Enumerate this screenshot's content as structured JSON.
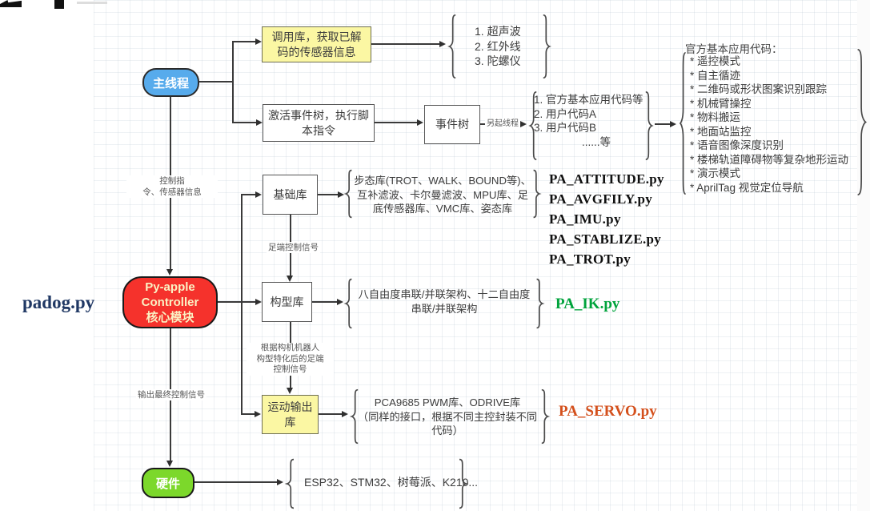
{
  "colors": {
    "node_blue": "#57abec",
    "node_yellow": "#fbf7a3",
    "node_red": "#f5322c",
    "node_green": "#7cd82b",
    "padog_navy": "#203864",
    "ik_green": "#00a33c",
    "servo_orange": "#d4501c"
  },
  "diagram": {
    "main_thread": "主线程",
    "acquire": "调用库，获取已解\n码的传感器信息",
    "sensors": [
      "1. 超声波",
      "2. 红外线",
      "3. 陀螺仪"
    ],
    "activate": "激活事件树，执行脚\n本指令",
    "event_tree": "事件树",
    "new_thread_label": "另起线程",
    "event_codes": [
      "1. 官方基本应用代码等",
      "2. 用户代码A",
      "3. 用户代码B",
      "......等"
    ],
    "official": {
      "header": "官方基本应用代码：",
      "items": [
        "* 遥控模式",
        "* 自主循迹",
        "* 二维码或形状图案识别跟踪",
        "* 机械臂操控",
        "* 物料搬运",
        "* 地面站监控",
        "* 语音图像深度识别",
        "* 楼梯轨道障碍物等复杂地形运动",
        "* 演示模式",
        "* AprilTag 视觉定位导航"
      ]
    },
    "ctrl_label": "控制指\n令、传感器信息",
    "base_lib": "基础库",
    "base_brace": "步态库(TROT、WALK、BOUND等)、\n互补滤波、卡尔曼滤波、MPU库、足\n底传感器库、VMC库、姿态库",
    "base_files": [
      "PA_ATTITUDE.py",
      "PA_AVGFILY.py",
      "PA_IMU.py",
      "PA_STABLIZE.py",
      "PA_TROT.py"
    ],
    "foot_label": "足端控制信号",
    "padog": "padog.py",
    "controller": "Py-apple\nController\n核心模块",
    "config_lib": "构型库",
    "config_brace": "八自由度串联/并联架构、十二自由度\n串联/并联架构",
    "ik_file": "PA_IK.py",
    "spec_label": "根据构机机器人\n构型特化后的足端\n控制信号",
    "output_label": "输出最终控制信号",
    "output_lib": "运动输出\n库",
    "output_brace": "PCA9685 PWM库、ODRIVE库\n（同样的接口，根据不同主控封装不同\n代码）",
    "servo_file": "PA_SERVO.py",
    "hardware": "硬件",
    "hw_brace": "ESP32、STM32、树莓派、K210..."
  }
}
